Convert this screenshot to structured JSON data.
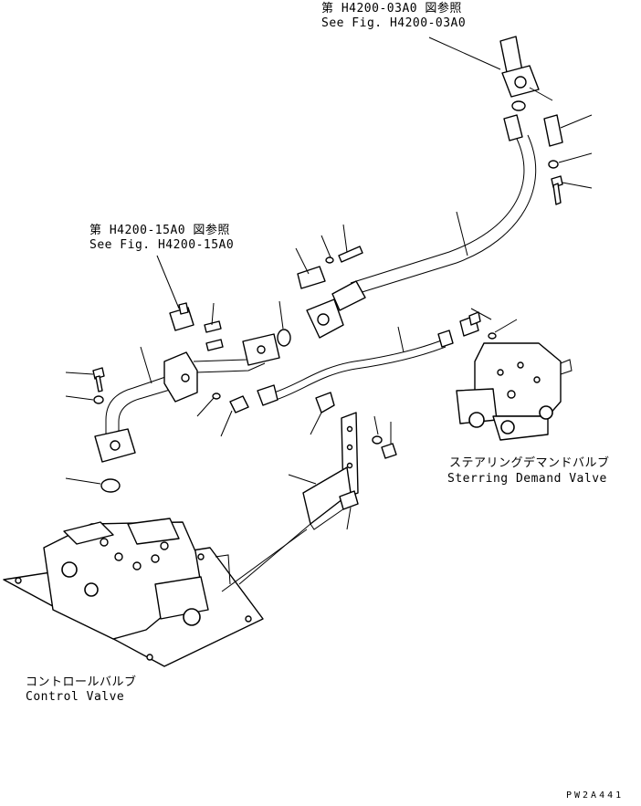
{
  "references": {
    "top": {
      "jp": "第 H4200-03A0 図参照",
      "en": "See Fig. H4200-03A0"
    },
    "left": {
      "jp": "第 H4200-15A0 図参照",
      "en": "See Fig. H4200-15A0"
    }
  },
  "components": {
    "steering_valve": {
      "jp": "ステアリングデマンドバルブ",
      "en": "Sterring Demand Valve"
    },
    "control_valve": {
      "jp": "コントロールバルブ",
      "en": "Control Valve"
    }
  },
  "drawing_code": "PW2A441"
}
